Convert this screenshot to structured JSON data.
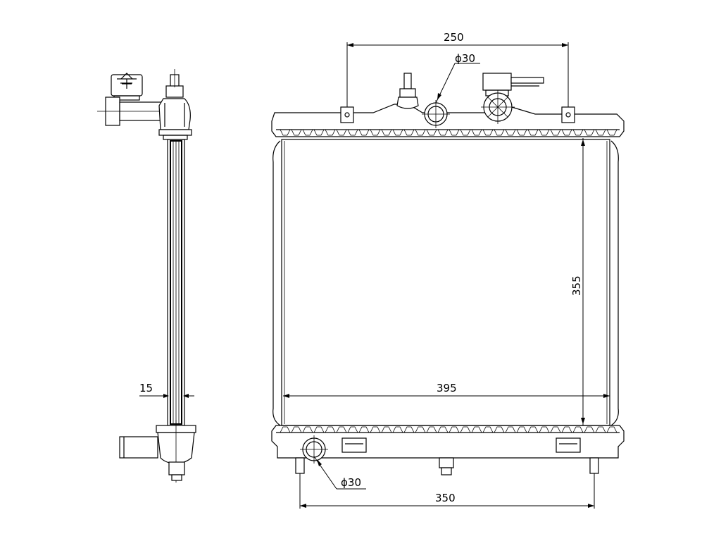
{
  "dimensions": {
    "top_bracket_spacing": "250",
    "top_inlet_diameter": "ϕ30",
    "core_height": "355",
    "core_width": "395",
    "side_thickness": "15",
    "bottom_outlet_diameter": "ϕ30",
    "bottom_mount_spacing": "350"
  }
}
